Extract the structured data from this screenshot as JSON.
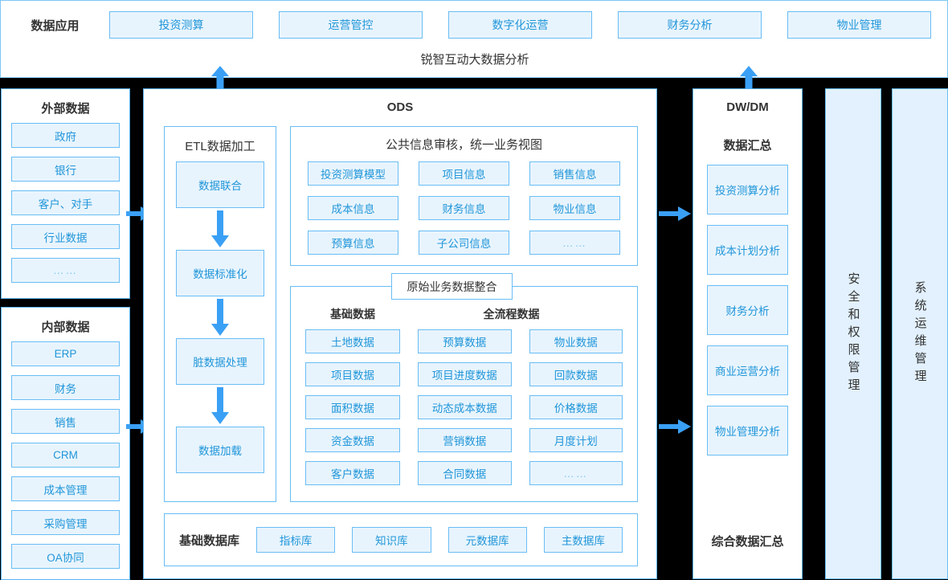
{
  "header": {
    "label": "数据应用",
    "apps": [
      "投资测算",
      "运营管控",
      "数字化运营",
      "财务分析",
      "物业管理"
    ],
    "caption": "锐智互动大数据分析"
  },
  "external": {
    "title": "外部数据",
    "items": [
      "政府",
      "银行",
      "客户、对手",
      "行业数据",
      "……"
    ]
  },
  "internal": {
    "title": "内部数据",
    "items": [
      "ERP",
      "财务",
      "销售",
      "CRM",
      "成本管理",
      "采购管理",
      "OA协同"
    ]
  },
  "ods": {
    "title": "ODS",
    "etl": {
      "title": "ETL数据加工",
      "steps": [
        "数据联合",
        "数据标准化",
        "脏数据处理",
        "数据加载"
      ]
    },
    "public": {
      "title": "公共信息审核，统一业务视图",
      "items": [
        "投资测算模型",
        "项目信息",
        "销售信息",
        "成本信息",
        "财务信息",
        "物业信息",
        "预算信息",
        "子公司信息",
        "……"
      ]
    },
    "raw": {
      "tab": "原始业务数据整合",
      "head_basic": "基础数据",
      "head_full": "全流程数据",
      "basic": [
        "土地数据",
        "项目数据",
        "面积数据",
        "资金数据",
        "客户数据"
      ],
      "full_col1": [
        "预算数据",
        "项目进度数据",
        "动态成本数据",
        "营销数据",
        "合同数据"
      ],
      "full_col2": [
        "物业数据",
        "回款数据",
        "价格数据",
        "月度计划",
        "……"
      ]
    },
    "basedb": {
      "label": "基础数据库",
      "items": [
        "指标库",
        "知识库",
        "元数据库",
        "主数据库"
      ]
    }
  },
  "dw": {
    "title": "DW/DM",
    "subtitle": "数据汇总",
    "items": [
      "投资测算分析",
      "成本计划分析",
      "财务分析",
      "商业运营分析",
      "物业管理分析"
    ],
    "footer": "综合数据汇总"
  },
  "side": {
    "security": "安全和权限管理",
    "ops": "系统运维管理"
  },
  "colors": {
    "accent": "#3aa0f5",
    "chip_fill": "#e8f4fd",
    "chip_border": "#69bdf5",
    "chip_text": "#2196d9",
    "panel_border": "#5bb3f0",
    "vpanel_fill": "#e2f1fd",
    "background": "#000000"
  }
}
